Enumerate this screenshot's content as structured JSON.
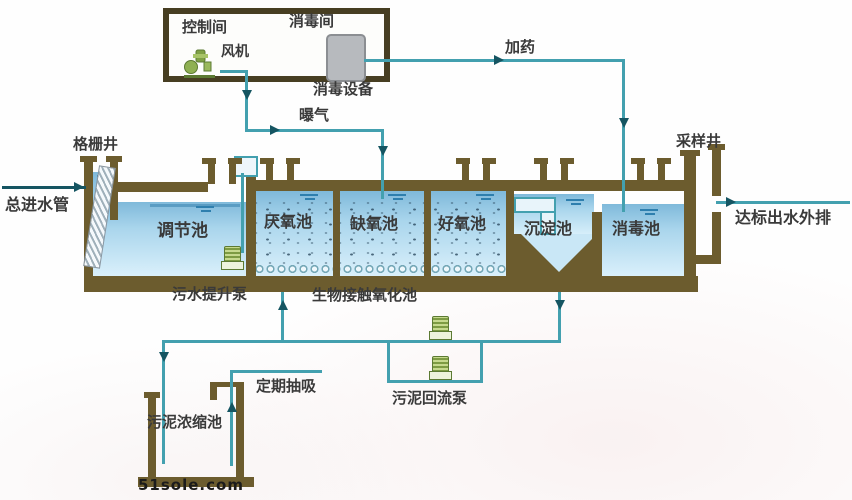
{
  "colors": {
    "wall": "#6c5c2e",
    "wall_dark": "#473e22",
    "pipe": "#43a0af",
    "arrow": "#155562",
    "water_top": "#7fb9da",
    "water_mid": "#a9d5ec",
    "water_low": "#daf0fb",
    "text": "#3a3a3a",
    "pump_green": "#7d9b43",
    "equipment_gray": "#b7babe"
  },
  "labels": {
    "control_room": "控制间",
    "fan": "风机",
    "disinfection_room": "消毒间",
    "disinfection_equipment": "消毒设备",
    "aeration": "曝气",
    "dosing": "加药",
    "grid_well": "格栅井",
    "main_inlet": "总进水管",
    "regulating_tank": "调节池",
    "anaerobic_tank": "厌氧池",
    "anoxic_tank": "缺氧池",
    "aerobic_tank": "好氧池",
    "sedimentation_tank": "沉淀池",
    "disinfection_tank": "消毒池",
    "sampling_well": "采样井",
    "outlet": "达标出水外排",
    "lift_pump": "污水提升泵",
    "bio_contact_tank": "生物接触氧化池",
    "periodic_suction": "定期抽吸",
    "sludge_thickening_tank": "污泥浓缩池",
    "sludge_return_pump": "污泥回流泵",
    "watermark": "51sole.com"
  }
}
